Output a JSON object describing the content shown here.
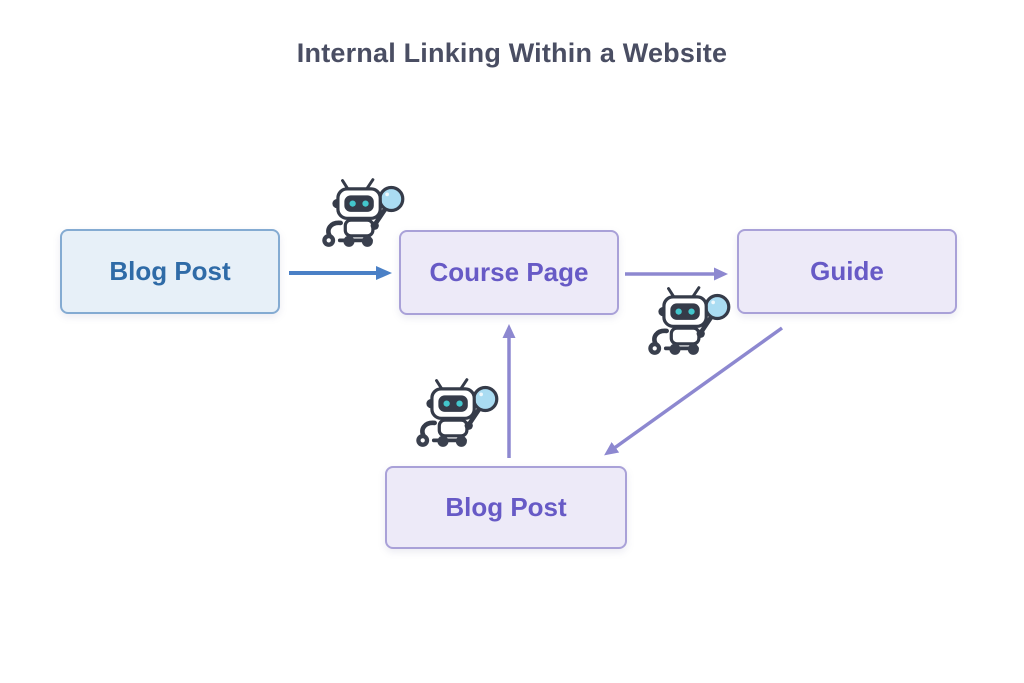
{
  "title": "Internal Linking Within a Website",
  "diagram": {
    "nodes": [
      {
        "id": "blog-post-left",
        "label": "Blog Post",
        "style": "blue"
      },
      {
        "id": "course-page",
        "label": "Course Page",
        "style": "purple"
      },
      {
        "id": "guide",
        "label": "Guide",
        "style": "purple"
      },
      {
        "id": "blog-post-bottom",
        "label": "Blog Post",
        "style": "purple"
      }
    ],
    "edges": [
      {
        "from": "blog-post-left",
        "to": "course-page",
        "direction": "right",
        "color": "#4a80c6"
      },
      {
        "from": "course-page",
        "to": "guide",
        "direction": "right",
        "color": "#8d88d0"
      },
      {
        "from": "guide",
        "to": "blog-post-bottom",
        "direction": "down-left",
        "color": "#8d88d0"
      },
      {
        "from": "blog-post-bottom",
        "to": "course-page",
        "direction": "up",
        "color": "#8d88d0"
      }
    ],
    "mascots": [
      {
        "name": "robot-with-magnifier",
        "position": "above-left-of-course-page"
      },
      {
        "name": "robot-with-magnifier",
        "position": "left-of-guide-below-arrow"
      },
      {
        "name": "robot-with-magnifier",
        "position": "above-blog-post-bottom"
      }
    ]
  },
  "colors": {
    "background": "#ffffff",
    "title_text": "#4a4e63",
    "blue_node_fill": "#e7f0f8",
    "blue_node_border": "#84abd2",
    "blue_node_text": "#2f6ba7",
    "purple_node_fill": "#edeaf8",
    "purple_node_border": "#a9a1d8",
    "purple_node_text": "#675ac6",
    "blue_arrow": "#4a80c6",
    "purple_arrow": "#8d88d0",
    "robot_outline": "#353b49",
    "robot_eye": "#43c6cc",
    "magnifier_lens": "#aadcf2"
  }
}
